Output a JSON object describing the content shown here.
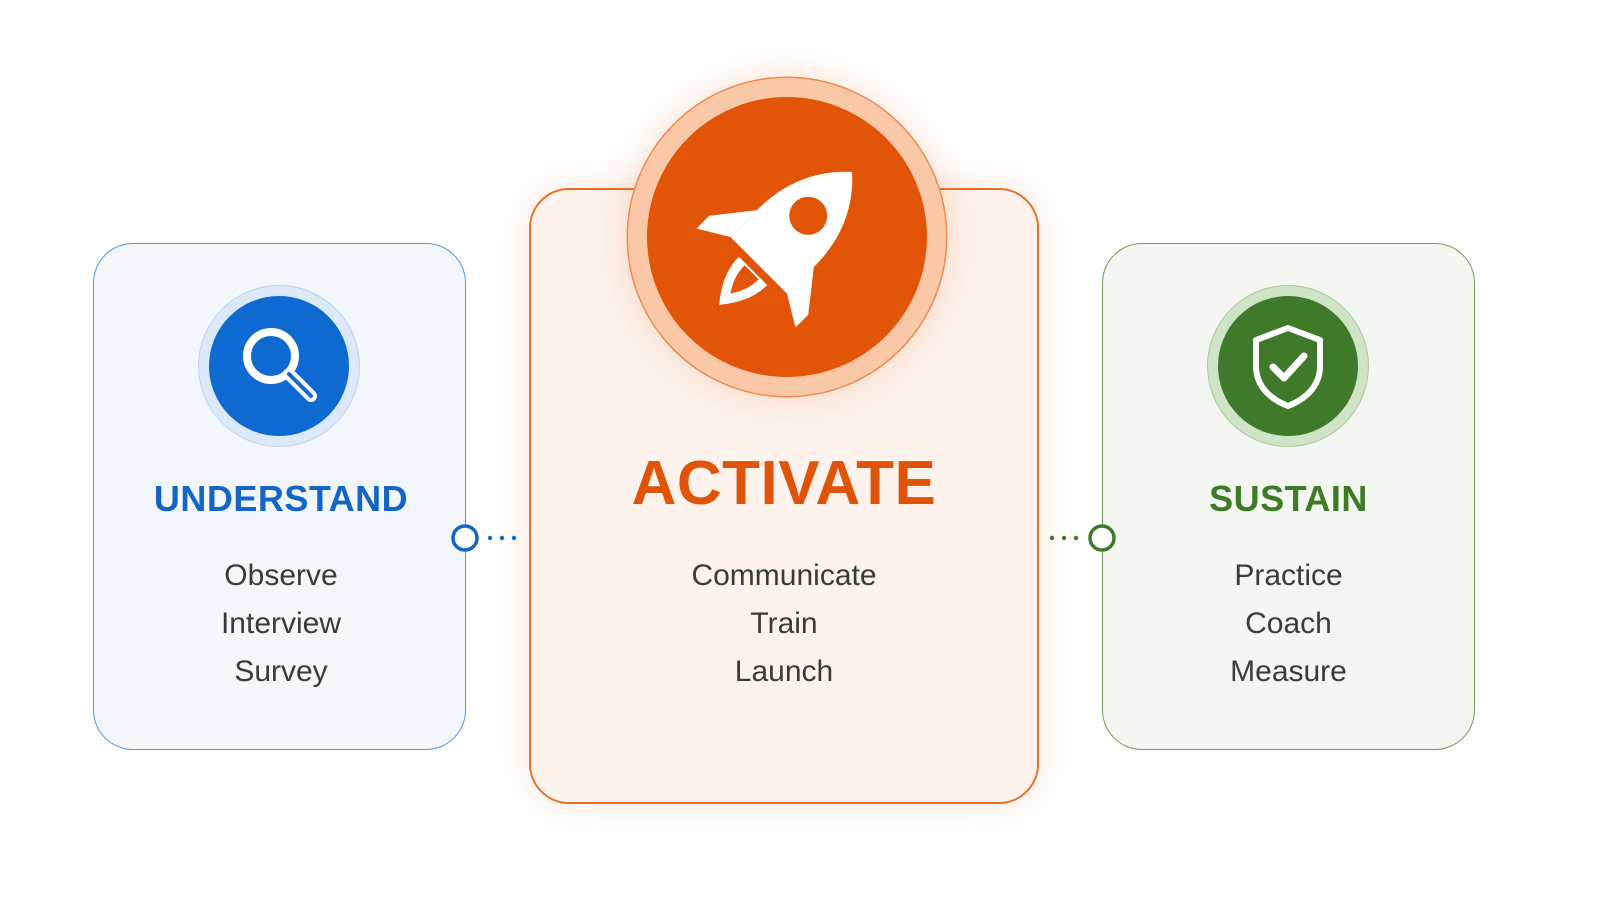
{
  "colors": {
    "understand": "#1366c8",
    "activate": "#e05409",
    "sustain": "#3e7b27",
    "item_text": "#3a3a3a"
  },
  "steps": [
    {
      "key": "understand",
      "icon": "magnifying-glass-icon",
      "title": "UNDERSTAND",
      "items": [
        "Observe",
        "Interview",
        "Survey"
      ]
    },
    {
      "key": "activate",
      "icon": "rocket-icon",
      "title": "ACTIVATE",
      "items": [
        "Communicate",
        "Train",
        "Launch"
      ]
    },
    {
      "key": "sustain",
      "icon": "shield-check-icon",
      "title": "SUSTAIN",
      "items": [
        "Practice",
        "Coach",
        "Measure"
      ]
    }
  ]
}
